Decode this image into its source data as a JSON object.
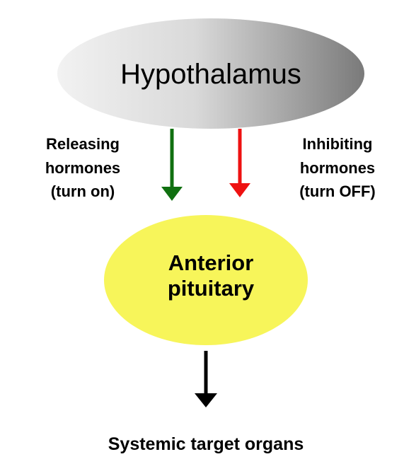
{
  "diagram": {
    "hypothalamus": {
      "label": "Hypothalamus"
    },
    "releasing": {
      "line1": "Releasing",
      "line2": "hormones",
      "line3": "(turn on)",
      "arrow_color": "#107010"
    },
    "inhibiting": {
      "line1": "Inhibiting",
      "line2": "hormones",
      "line3": "(turn OFF)",
      "arrow_color": "#ee1111"
    },
    "anterior_pituitary": {
      "line1": "Anterior",
      "line2": "pituitary",
      "fill_color": "#f7f55a"
    },
    "output_arrow_color": "#000000",
    "target": {
      "label": "Systemic target organs"
    }
  }
}
